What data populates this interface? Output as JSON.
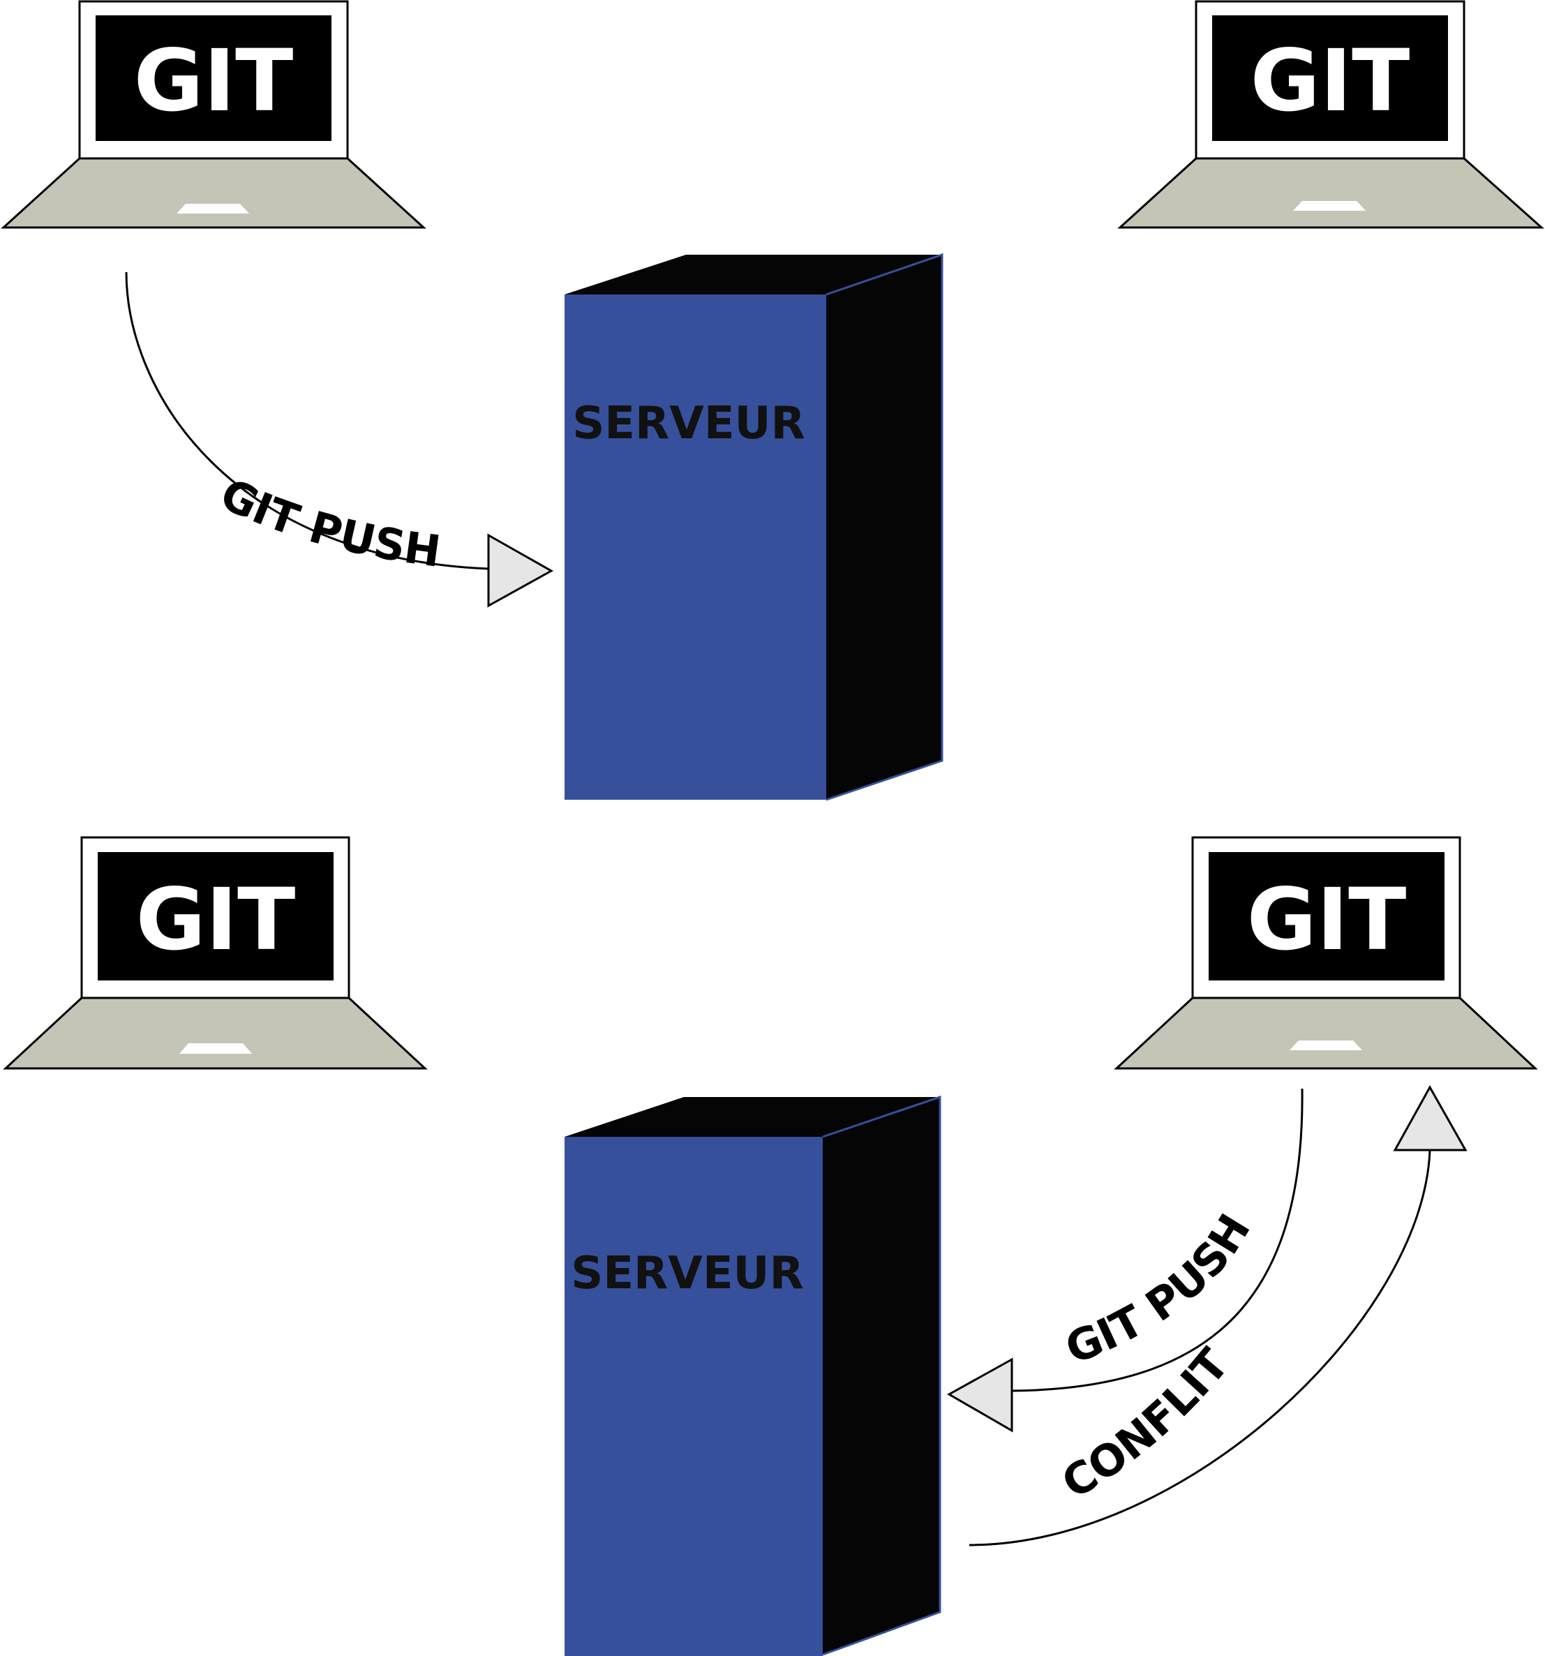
{
  "laptops": [
    {
      "id": "top-left",
      "screen_text": "GIT"
    },
    {
      "id": "top-right",
      "screen_text": "GIT"
    },
    {
      "id": "bottom-left",
      "screen_text": "GIT"
    },
    {
      "id": "bottom-right",
      "screen_text": "GIT"
    }
  ],
  "servers": [
    {
      "id": "top",
      "label": "SERVEUR"
    },
    {
      "id": "bottom",
      "label": "SERVEUR"
    }
  ],
  "arrows": [
    {
      "id": "top-push",
      "label": "GIT PUSH"
    },
    {
      "id": "bottom-push",
      "label": "GIT PUSH"
    },
    {
      "id": "bottom-conflict",
      "label": "CONFLIT"
    }
  ],
  "colors": {
    "server_front": "#36509c",
    "server_dark": "#050505",
    "laptop_base": "#c4c4b7",
    "laptop_screen": "#000000",
    "arrow_head": "#e6e6e6"
  }
}
